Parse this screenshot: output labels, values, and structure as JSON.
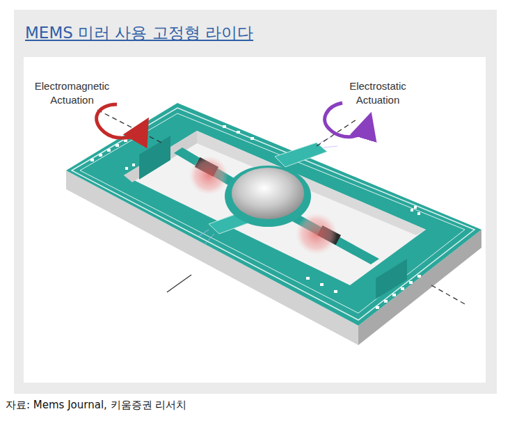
{
  "diagram": {
    "title": "MEMS 미러 사용 고정형 라이다",
    "caption": "자료: Mems Journal, 키움증권 리서치",
    "labels": [
      "Electromagnetic Actuation",
      "Electrostatic Actuation"
    ]
  }
}
